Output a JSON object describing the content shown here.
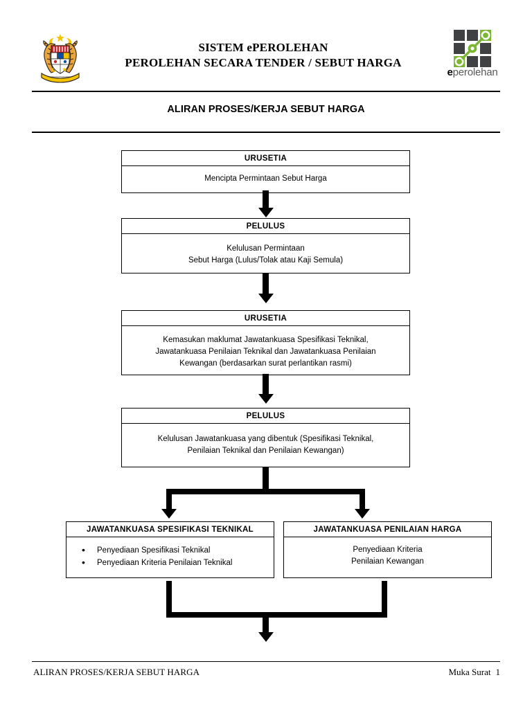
{
  "header": {
    "title_line1": "SISTEM ePEROLEHAN",
    "title_line2": "PEROLEHAN SECARA TENDER / SEBUT HARGA",
    "crest_name": "malaysia-coat-of-arms",
    "brand_word_bold": "e",
    "brand_word_rest": "perolehan",
    "brand_green": "#7ab730",
    "brand_gray": "#3f4143"
  },
  "section": {
    "title": "ALIRAN PROSES/KERJA SEBUT HARGA"
  },
  "flow": {
    "steps": [
      {
        "id": "step-urusetia-1",
        "head": "URUSETIA",
        "body": "Mencipta Permintaan Sebut Harga"
      },
      {
        "id": "step-pelulus-1",
        "head": "PELULUS",
        "body_line1": "Kelulusan Permintaan",
        "body_line2": "Sebut Harga (Lulus/Tolak atau Kaji Semula)"
      },
      {
        "id": "step-urusetia-2",
        "head": "URUSETIA",
        "body_line1": "Kemasukan maklumat Jawatankuasa Spesifikasi Teknikal,",
        "body_line2": "Jawatankuasa Penilaian Teknikal dan Jawatankuasa Penilaian",
        "body_line3": "Kewangan (berdasarkan surat perlantikan rasmi)"
      },
      {
        "id": "step-pelulus-2",
        "head": "PELULUS",
        "body_line1": "Kelulusan Jawatankuasa yang dibentuk (Spesifikasi Teknikal,",
        "body_line2": "Penilaian Teknikal dan Penilaian Kewangan)"
      }
    ],
    "branch_left": {
      "id": "step-jk-spesifikasi-teknikal",
      "head": "JAWATANKUASA SPESIFIKASI TEKNIKAL",
      "bullets": [
        "Penyediaan Spesifikasi Teknikal",
        "Penyediaan Kriteria Penilaian Teknikal"
      ]
    },
    "branch_right": {
      "id": "step-jk-penilaian-harga",
      "head": "JAWATANKUASA PENILAIAN HARGA",
      "body_line1": "Penyediaan Kriteria",
      "body_line2": "Penilaian Kewangan"
    }
  },
  "footer": {
    "left": "ALIRAN PROSES/KERJA SEBUT HARGA",
    "right_label": "Muka Surat",
    "page_number": "1"
  }
}
